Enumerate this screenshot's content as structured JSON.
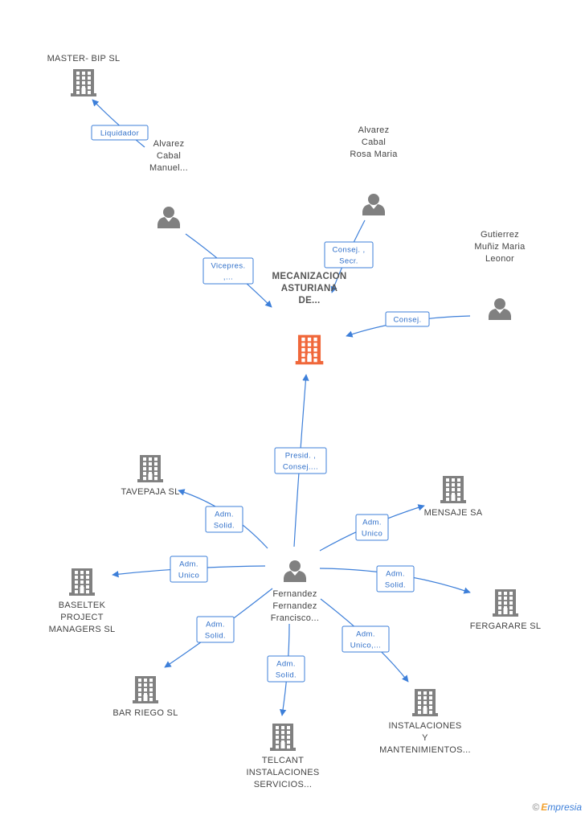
{
  "colors": {
    "edge": "#3d7fd9",
    "company": "#808080",
    "main_company": "#f0673a",
    "person": "#808080"
  },
  "nodes": [
    {
      "id": "mecanizacion",
      "kind": "company-main",
      "label": [
        "MECANIZACION",
        "ASTURIANA",
        "DE..."
      ]
    },
    {
      "id": "master-bip",
      "kind": "company",
      "label": [
        "MASTER- BIP SL"
      ]
    },
    {
      "id": "alvarez-manuel",
      "kind": "person",
      "label": [
        "Alvarez",
        "Cabal",
        "Manuel..."
      ]
    },
    {
      "id": "alvarez-rosa",
      "kind": "person",
      "label": [
        "Alvarez",
        "Cabal",
        "Rosa Maria"
      ]
    },
    {
      "id": "gutierrez",
      "kind": "person",
      "label": [
        "Gutierrez",
        "Muñiz Maria",
        "Leonor"
      ]
    },
    {
      "id": "fernandez",
      "kind": "person",
      "label": [
        "Fernandez",
        "Fernandez",
        "Francisco..."
      ]
    },
    {
      "id": "tavepaja",
      "kind": "company",
      "label": [
        "TAVEPAJA SL"
      ]
    },
    {
      "id": "mensaje",
      "kind": "company",
      "label": [
        "MENSAJE SA"
      ]
    },
    {
      "id": "baseltek",
      "kind": "company",
      "label": [
        "BASELTEK",
        "PROJECT",
        "MANAGERS SL"
      ]
    },
    {
      "id": "fergarare",
      "kind": "company",
      "label": [
        "FERGARARE SL"
      ]
    },
    {
      "id": "bar-riego",
      "kind": "company",
      "label": [
        "BAR RIEGO SL"
      ]
    },
    {
      "id": "telcant",
      "kind": "company",
      "label": [
        "TELCANT",
        "INSTALACIONES",
        "SERVICIOS..."
      ]
    },
    {
      "id": "instalaciones",
      "kind": "company",
      "label": [
        "INSTALACIONES",
        "Y",
        "MANTENIMIENTOS..."
      ]
    }
  ],
  "edges": [
    {
      "from": "alvarez-manuel",
      "to": "master-bip",
      "label": [
        "Liquidador"
      ]
    },
    {
      "from": "alvarez-manuel",
      "to": "mecanizacion",
      "label": [
        "Vicepres.",
        ",..."
      ]
    },
    {
      "from": "alvarez-rosa",
      "to": "mecanizacion",
      "label": [
        "Consej. ,",
        "Secr."
      ]
    },
    {
      "from": "gutierrez",
      "to": "mecanizacion",
      "label": [
        "Consej."
      ]
    },
    {
      "from": "fernandez",
      "to": "mecanizacion",
      "label": [
        "Presid. ,",
        "Consej...."
      ]
    },
    {
      "from": "fernandez",
      "to": "tavepaja",
      "label": [
        "Adm.",
        "Solid."
      ]
    },
    {
      "from": "fernandez",
      "to": "mensaje",
      "label": [
        "Adm.",
        "Unico"
      ]
    },
    {
      "from": "fernandez",
      "to": "baseltek",
      "label": [
        "Adm.",
        "Unico"
      ]
    },
    {
      "from": "fernandez",
      "to": "fergarare",
      "label": [
        "Adm.",
        "Solid."
      ]
    },
    {
      "from": "fernandez",
      "to": "bar-riego",
      "label": [
        "Adm.",
        "Solid."
      ]
    },
    {
      "from": "fernandez",
      "to": "telcant",
      "label": [
        "Adm.",
        "Solid."
      ]
    },
    {
      "from": "fernandez",
      "to": "instalaciones",
      "label": [
        "Adm.",
        "Unico,..."
      ]
    }
  ],
  "footer": {
    "copyright": "©",
    "brand_e": "E",
    "brand_rest": "mpresia"
  }
}
